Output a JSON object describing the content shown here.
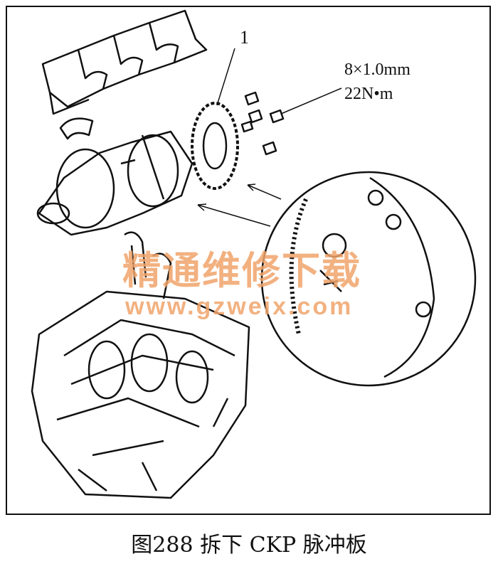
{
  "figure": {
    "caption": "图288   拆下 CKP 脉冲板",
    "labels": {
      "part_number": "1",
      "bolt_size": "8×1.0mm",
      "torque": "22N•m"
    },
    "watermark": {
      "text_cn": "精通维修下载",
      "url": "www.gzweix.com",
      "color": "#f0a46a"
    }
  }
}
